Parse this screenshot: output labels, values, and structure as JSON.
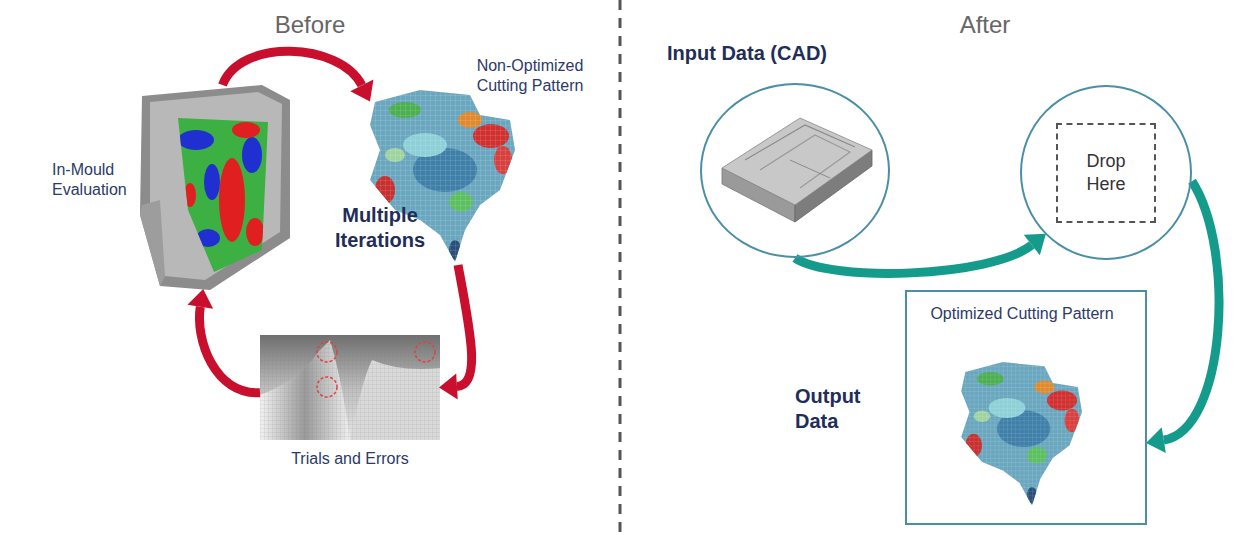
{
  "diagram": {
    "nodes": [
      {
        "text": [
          "In-Mould Evaluation"
        ]
      },
      {
        "text": [
          "Non-Optimized Cutting Pattern"
        ]
      },
      {
        "text": [
          "Trials and Errors"
        ]
      },
      {
        "text": [
          "Input Data (CAD)"
        ]
      },
      {
        "text": [
          "Drop Here"
        ]
      },
      {
        "text": [
          "Optimized Cutting Pattern",
          "Output Data"
        ]
      }
    ],
    "edges": [
      {
        "from": 0,
        "to": 1,
        "arrow": "to"
      },
      {
        "from": 1,
        "to": 2,
        "arrow": "to"
      },
      {
        "from": 2,
        "to": 0,
        "arrow": "to"
      },
      {
        "from": 3,
        "to": 4,
        "arrow": "to"
      },
      {
        "from": 4,
        "to": 5,
        "arrow": "to"
      }
    ],
    "labels": [
      "Before",
      "After",
      "Multiple Iterations"
    ]
  }
}
